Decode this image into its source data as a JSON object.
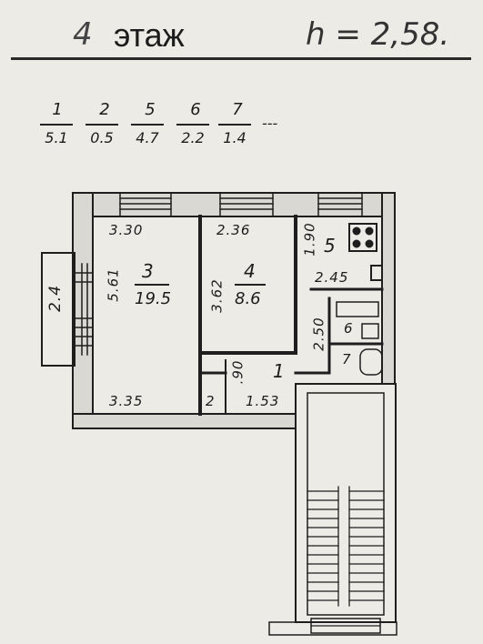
{
  "header": {
    "floor_number": "4",
    "floor_word": "этаж",
    "height_label": "h = 2,58."
  },
  "legend": [
    {
      "room": "1",
      "area": "5.1"
    },
    {
      "room": "2",
      "area": "0.5"
    },
    {
      "room": "5",
      "area": "4.7"
    },
    {
      "room": "6",
      "area": "2.2"
    },
    {
      "room": "7",
      "area": "1.4"
    }
  ],
  "legend_suffix": "---",
  "plan": {
    "room3": {
      "number": "3",
      "area": "19.5",
      "width_top": "3.30",
      "width_bottom": "3.35",
      "length": "5.61"
    },
    "room4": {
      "number": "4",
      "area": "8.6",
      "width": "2.36",
      "length": "3.62"
    },
    "room5": {
      "number": "5",
      "width": "2.45",
      "length": "1.90"
    },
    "room6": {
      "number": "6"
    },
    "room7": {
      "number": "7"
    },
    "room1": {
      "number": "1",
      "dim_a": "1.53",
      "dim_b": "2.50",
      "dim_c": ".90"
    },
    "room2": {
      "number": "2"
    },
    "balcony": {
      "length": "2.4"
    }
  }
}
